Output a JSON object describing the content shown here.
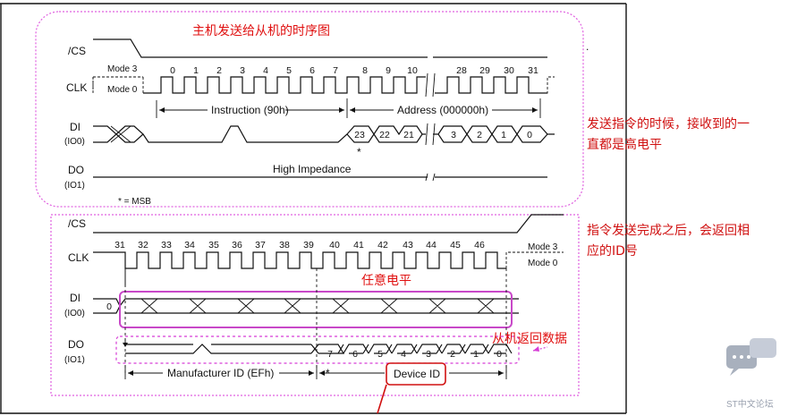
{
  "top": {
    "title": "主机发送给从机的时序图",
    "cs_label": "/CS",
    "clk_label": "CLK",
    "mode3": "Mode 3",
    "mode0": "Mode 0",
    "di_label": "DI",
    "di_sub": "(IO0)",
    "do_label": "DO",
    "do_sub": "(IO1)",
    "instruction_label": "Instruction (90h)",
    "address_label": "Address (000000h)",
    "high_impedance": "High Impedance",
    "msb_note": "* = MSB",
    "star": "*",
    "clk_numbers": [
      "0",
      "1",
      "2",
      "3",
      "4",
      "5",
      "6",
      "7",
      "8",
      "9",
      "10",
      "28",
      "29",
      "30",
      "31"
    ],
    "addr_bits": [
      "23",
      "22",
      "21",
      "3",
      "2",
      "1",
      "0"
    ],
    "dot": "."
  },
  "bottom": {
    "cs_label": "/CS",
    "clk_label": "CLK",
    "mode3": "Mode 3",
    "mode0": "Mode 0",
    "di_label": "DI",
    "di_sub": "(IO0)",
    "do_label": "DO",
    "do_sub": "(IO1)",
    "clk_numbers": [
      "31",
      "32",
      "33",
      "34",
      "35",
      "36",
      "37",
      "38",
      "39",
      "40",
      "41",
      "42",
      "43",
      "44",
      "45",
      "46"
    ],
    "di_zero": "0",
    "any_level": "任意电平",
    "slave_return": "从机返回数据",
    "manufacturer_label": "Manufacturer ID (EFh)",
    "device_id_label": "Device ID",
    "star": "*",
    "do_bits": [
      "7",
      "6",
      "5",
      "4",
      "3",
      "2",
      "1",
      "0"
    ]
  },
  "annotations": {
    "top_right_line1": "发送指令的时候，接收到的一",
    "top_right_line2": "直都是高电平",
    "bottom_right_line1": "指令发送完成之后，会返回相",
    "bottom_right_line2": "应的ID号"
  },
  "watermark": {
    "text": "ST中文论坛"
  },
  "colors": {
    "red": "#e01010",
    "magenta": "#d63cd6",
    "purple_box": "#c848c8",
    "dashed_box": "#e060e0",
    "black": "#111111"
  }
}
